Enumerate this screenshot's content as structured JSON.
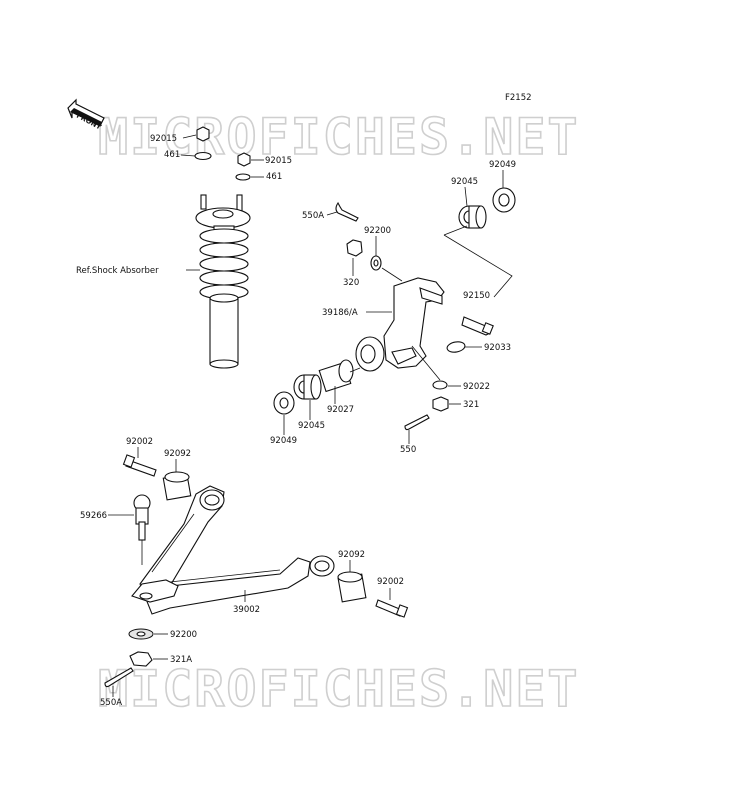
{
  "figure_code": "F2152",
  "watermark": "MICROFICHES.NET",
  "front_label": "FRONT",
  "reference_label": "Ref.Shock Absorber",
  "parts": {
    "p92015a": "92015",
    "p461a": "461",
    "p92015b": "92015",
    "p461b": "461",
    "p550a_top": "550A",
    "p92200_top": "92200",
    "p320": "320",
    "p92049_top": "92049",
    "p92045_top": "92045",
    "p92150": "92150",
    "p39186": "39186/A",
    "p92033": "92033",
    "p92022": "92022",
    "p321": "321",
    "p550": "550",
    "p92027": "92027",
    "p92045_bot": "92045",
    "p92049_bot": "92049",
    "p92002_left": "92002",
    "p92092_left": "92092",
    "p59266": "59266",
    "p92092_right": "92092",
    "p92002_right": "92002",
    "p39002": "39002",
    "p92200_bot": "92200",
    "p321A": "321A",
    "p550A_bot": "550A"
  }
}
